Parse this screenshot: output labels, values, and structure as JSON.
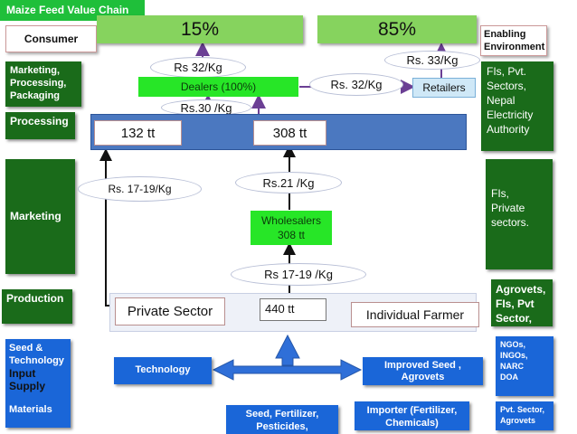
{
  "title": "Maize  Feed  Value Chain",
  "left_labels": {
    "consumer": "Consumer",
    "marketing_processing": "Marketing,\nProcessing,\nPackaging",
    "processing": "Processing",
    "marketing": "Marketing",
    "production": "Production",
    "input_supply_1": "Seed &\nTechnology",
    "input_supply_2": "Input\nSupply",
    "materials": "Materials"
  },
  "right_labels": {
    "enabling_environment": "Enabling\nEnvironment",
    "fis_pvt_nea": "FIs, Pvt.\nSectors,\nNepal\nElectricity\nAuthority",
    "fis_private": "FIs,\nPrivate\nsectors.",
    "agrovets_fis": "Agrovets,\nFIs,  Pvt\nSector,",
    "ngos": "NGOs,\nINGOs,\nNARC\nDOA",
    "pvt_agrovets": "Pvt. Sector,\nAgrovets"
  },
  "shares": {
    "left": "15%",
    "right": "85%"
  },
  "prices": {
    "dealer_to_consumer": "Rs 32/Kg",
    "retailer_to_consumer": "Rs. 33/Kg",
    "dealer_to_retailer": "Rs. 32/Kg",
    "processor_to_dealer": "Rs.30 /Kg",
    "farmer_to_private": "Rs. 17-19/Kg",
    "wholesaler_to_processor": "Rs.21  /Kg",
    "farmer_to_wholesaler": "Rs 17-19 /Kg"
  },
  "actors": {
    "dealers": "Dealers  (100%)",
    "retailers": "Retailers",
    "processing_left": "132 tt",
    "processing_right": "308 tt",
    "wholesalers": "Wholesalers\n308 tt",
    "private_sector": "Private Sector",
    "farmer_qty": "440 tt",
    "individual_farmer": "Individual Farmer"
  },
  "inputs": {
    "technology": "Technology",
    "improved_seed": "Improved Seed ,\nAgrovets",
    "seed_fertilizer": "Seed, Fertilizer,\nPesticides,",
    "importer": "Importer (Fertilizer,\nChemicals)"
  }
}
